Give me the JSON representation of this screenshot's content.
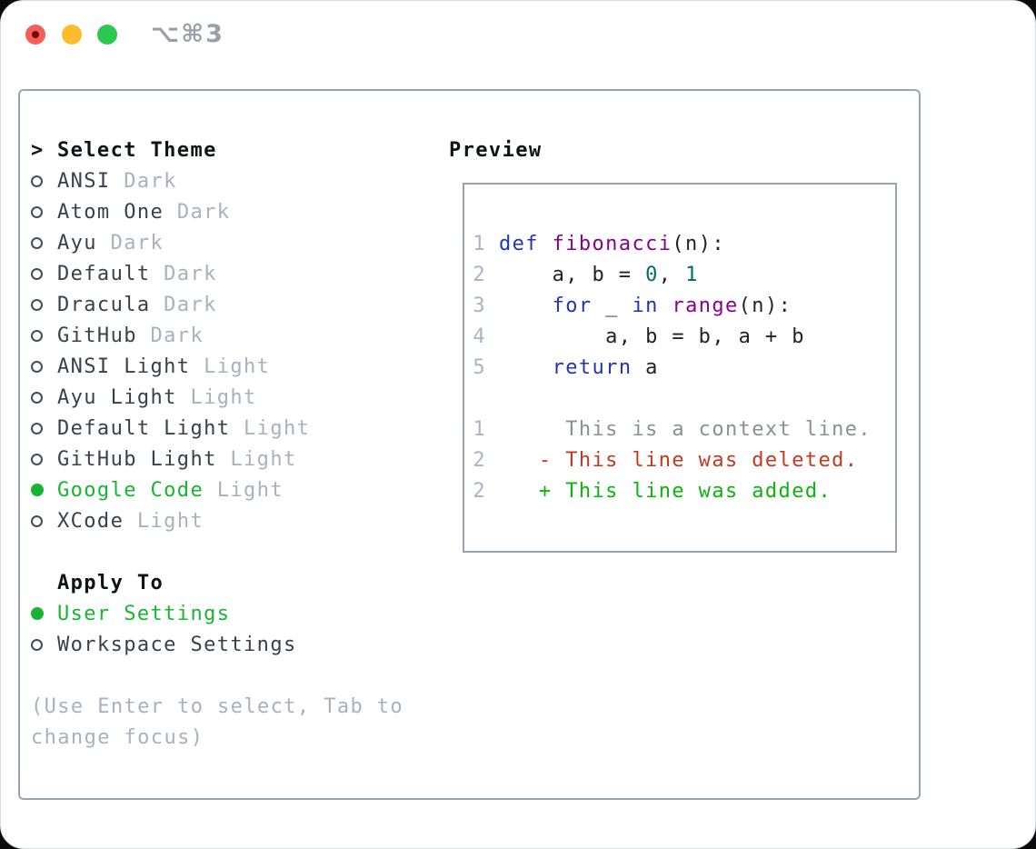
{
  "window": {
    "title": "⌥⌘3",
    "traffic_lights": [
      "close",
      "minimize",
      "zoom"
    ]
  },
  "left": {
    "header_prefix": ">",
    "header": "Select Theme",
    "themes": [
      {
        "name": "ANSI",
        "variant": "Dark",
        "selected": false
      },
      {
        "name": "Atom One",
        "variant": "Dark",
        "selected": false
      },
      {
        "name": "Ayu",
        "variant": "Dark",
        "selected": false
      },
      {
        "name": "Default",
        "variant": "Dark",
        "selected": false
      },
      {
        "name": "Dracula",
        "variant": "Dark",
        "selected": false
      },
      {
        "name": "GitHub",
        "variant": "Dark",
        "selected": false
      },
      {
        "name": "ANSI Light",
        "variant": "Light",
        "selected": false
      },
      {
        "name": "Ayu Light",
        "variant": "Light",
        "selected": false
      },
      {
        "name": "Default Light",
        "variant": "Light",
        "selected": false
      },
      {
        "name": "GitHub Light",
        "variant": "Light",
        "selected": false
      },
      {
        "name": "Google Code",
        "variant": "Light",
        "selected": true
      },
      {
        "name": "XCode",
        "variant": "Light",
        "selected": false
      }
    ],
    "apply_to": {
      "header": "Apply To",
      "options": [
        {
          "label": "User Settings",
          "selected": true
        },
        {
          "label": "Workspace Settings",
          "selected": false
        }
      ]
    },
    "hint_lines": [
      "(Use Enter to select, Tab to",
      "change focus)"
    ]
  },
  "preview": {
    "title": "Preview",
    "code_lines": [
      {
        "num": "1",
        "segments": [
          {
            "t": "def",
            "c": "keyword"
          },
          {
            "t": " ",
            "c": "plain"
          },
          {
            "t": "fibonacci",
            "c": "function"
          },
          {
            "t": "(n):",
            "c": "plain"
          }
        ]
      },
      {
        "num": "2",
        "segments": [
          {
            "t": "    a, b = ",
            "c": "plain"
          },
          {
            "t": "0",
            "c": "literal"
          },
          {
            "t": ", ",
            "c": "plain"
          },
          {
            "t": "1",
            "c": "literal"
          }
        ]
      },
      {
        "num": "3",
        "segments": [
          {
            "t": "    ",
            "c": "plain"
          },
          {
            "t": "for",
            "c": "keyword"
          },
          {
            "t": " _ ",
            "c": "plain"
          },
          {
            "t": "in",
            "c": "keyword"
          },
          {
            "t": " ",
            "c": "plain"
          },
          {
            "t": "range",
            "c": "function"
          },
          {
            "t": "(n):",
            "c": "plain"
          }
        ]
      },
      {
        "num": "4",
        "segments": [
          {
            "t": "        a, b = b, a + b",
            "c": "plain"
          }
        ]
      },
      {
        "num": "5",
        "segments": [
          {
            "t": "    ",
            "c": "plain"
          },
          {
            "t": "return",
            "c": "keyword"
          },
          {
            "t": " a",
            "c": "plain"
          }
        ]
      }
    ],
    "diff_lines": [
      {
        "num": "1",
        "type": "context",
        "text": "     This is a context line."
      },
      {
        "num": "2",
        "type": "deleted",
        "text": "   - This line was deleted."
      },
      {
        "num": "2",
        "type": "added",
        "text": "   + This line was added."
      }
    ]
  },
  "colors": {
    "titlebar_text": "#9aa0a8",
    "traffic_red": "#f75e57",
    "traffic_yellow": "#fdbc2e",
    "traffic_green": "#2dc84d",
    "border": "#9aa3af",
    "text_primary": "#3a404b",
    "text_bold": "#101317",
    "muted": "#a9b1bd",
    "selected_green": "#18b532",
    "gutter": "#a9b4c4",
    "keyword": "#2233bb",
    "function": "#8b008b",
    "literal": "#006d6d",
    "plain": "#1f2328",
    "diff_context": "#8b9096",
    "diff_deleted": "#c43a1e",
    "diff_added": "#0cb50c"
  }
}
